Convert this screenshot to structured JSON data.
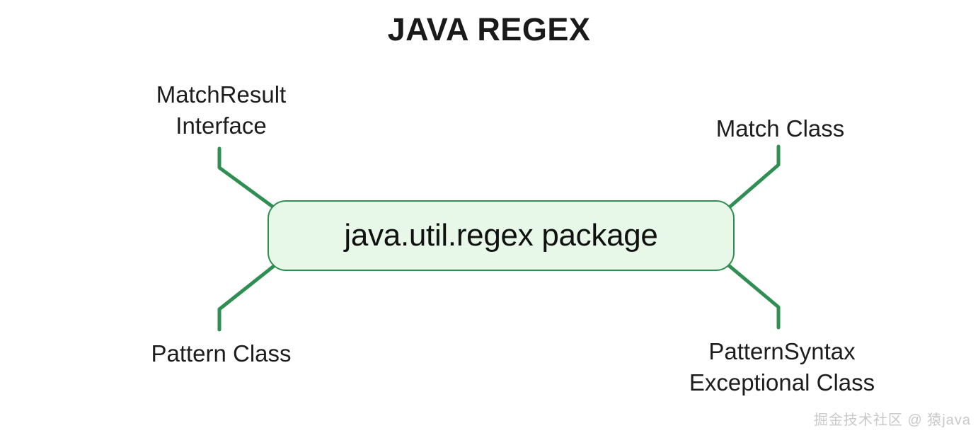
{
  "page": {
    "title": "JAVA REGEX",
    "background_color": "#ffffff",
    "watermark": "掘金技术社区 @ 猿java"
  },
  "diagram": {
    "type": "mind-map",
    "accent_color": "#2f8f52",
    "node_fill_color": "#e7f7e8",
    "center": {
      "label": "java.util.regex package"
    },
    "branches": [
      {
        "id": "match-result-interface",
        "label": "MatchResult\nInterface",
        "position": "top-left"
      },
      {
        "id": "match-class",
        "label": "Match Class",
        "position": "top-right"
      },
      {
        "id": "pattern-class",
        "label": "Pattern Class",
        "position": "bottom-left"
      },
      {
        "id": "pattern-syntax-exceptional-class",
        "label": "PatternSyntax\nExceptional Class",
        "position": "bottom-right"
      }
    ]
  }
}
